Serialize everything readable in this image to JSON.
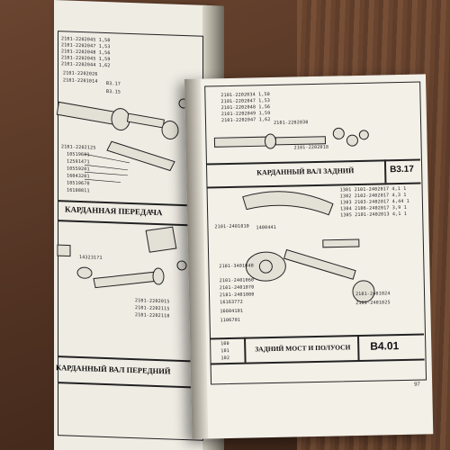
{
  "left_page": {
    "top_part_numbers": [
      "2101-2202045 1,50",
      "2101-2202047 1,53",
      "2101-2202048 1,56",
      "2101-2202045 1,59",
      "2101-2202044 1,62",
      "2101-2202026",
      "2101-2201014"
    ],
    "callouts_top": [
      "B3.17",
      "B3.15"
    ],
    "mid_part_numbers": [
      "2101-2202125",
      "10519601",
      "12591471",
      "10559201",
      "16043201",
      "10519670",
      "16108811"
    ],
    "section_title_1": "КАРДАННАЯ ПЕРЕДАЧА",
    "lower_part_numbers": [
      "14323171",
      "2101-2202015",
      "2101-2202115",
      "2101-2202110"
    ],
    "section_title_2": "КАРДАННЫЙ ВАЛ ПЕРЕДНИЙ"
  },
  "right_page": {
    "top_part_numbers": [
      "2101-2202034 1,50",
      "2101-2202047 1,53",
      "2101-2202048 1,56",
      "2101-2202049 1,59",
      "2101-2202047 1,62",
      "2101-2202030",
      "2101-2202018"
    ],
    "section1_title": "КАРДАННЫЙ ВАЛ ЗАДНИЙ",
    "section1_code": "B3.17",
    "ratio_list": [
      "1301 2101-2402017 4,1 1",
      "1302 2102-2402017 4,3 1",
      "1303 2103-2402017 4,44 1",
      "1304 2106-2402017 3,9 1",
      "1305 2101-2402013 4,1 1"
    ],
    "mid_part_numbers": [
      "2101-2401010",
      "1400441",
      "2101-3401040",
      "2101-2401060",
      "2101-2401070",
      "2101-2401080",
      "16163772",
      "16604101",
      "1106701",
      "2101-2401024",
      "2101-2401025"
    ],
    "small_labels": [
      "100",
      "101",
      "102"
    ],
    "section2_title": "ЗАДНИЙ МОСТ И ПОЛУОСИ",
    "section2_code": "B4.01",
    "page_number": "97"
  }
}
